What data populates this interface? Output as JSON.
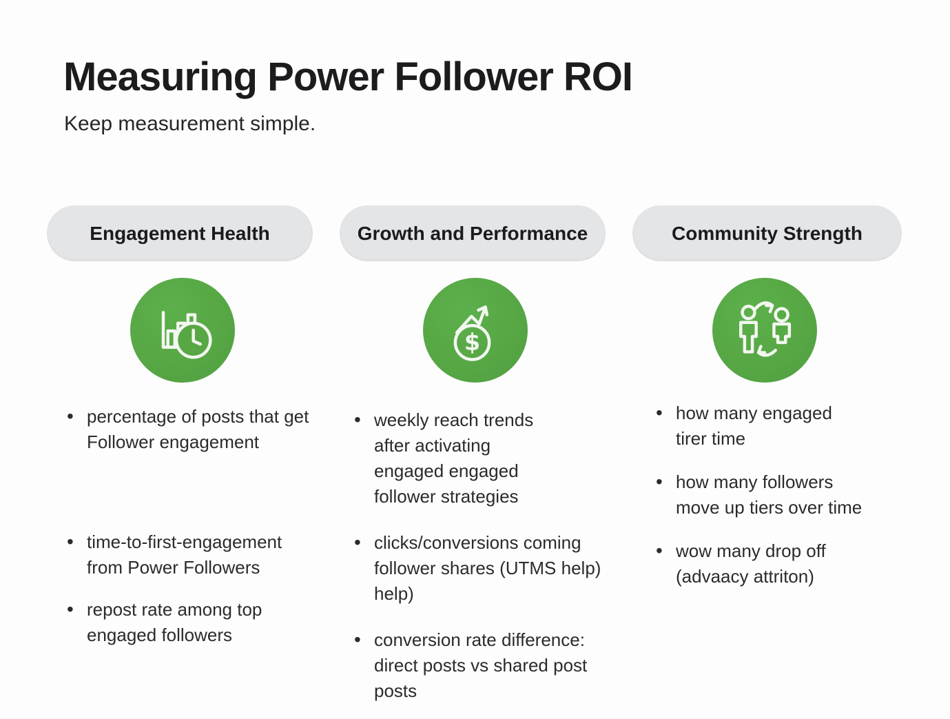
{
  "title": "Measuring Power Follower ROI",
  "subtitle": "Keep measurement simple.",
  "colors": {
    "accent_green": "#57a745",
    "pill_background": "#e4e5e7",
    "text": "#2b2b2b"
  },
  "columns": [
    {
      "header": "Engagement Health",
      "icon": "bar-chart-clock-icon",
      "bullets": [
        "percentage of posts that get\nFollower engagement",
        "time-to-first-engagement\nfrom Power Followers",
        "repost rate among top\nengaged followers"
      ]
    },
    {
      "header": "Growth and Performance",
      "icon": "dollar-growth-icon",
      "bullets": [
        "weekly reach trends\nafter activating\nengaged engaged\nfollower strategies",
        "clicks/conversions coming\nfollower shares (UTMS help)\nhelp)",
        "conversion rate difference:\ndirect posts vs shared post\nposts"
      ]
    },
    {
      "header": "Community Strength",
      "icon": "people-exchange-icon",
      "bullets": [
        "how many engaged\ntirer time",
        "how many followers\nmove up tiers over time",
        "wow many drop off\n(advaacy attriton)"
      ]
    }
  ]
}
